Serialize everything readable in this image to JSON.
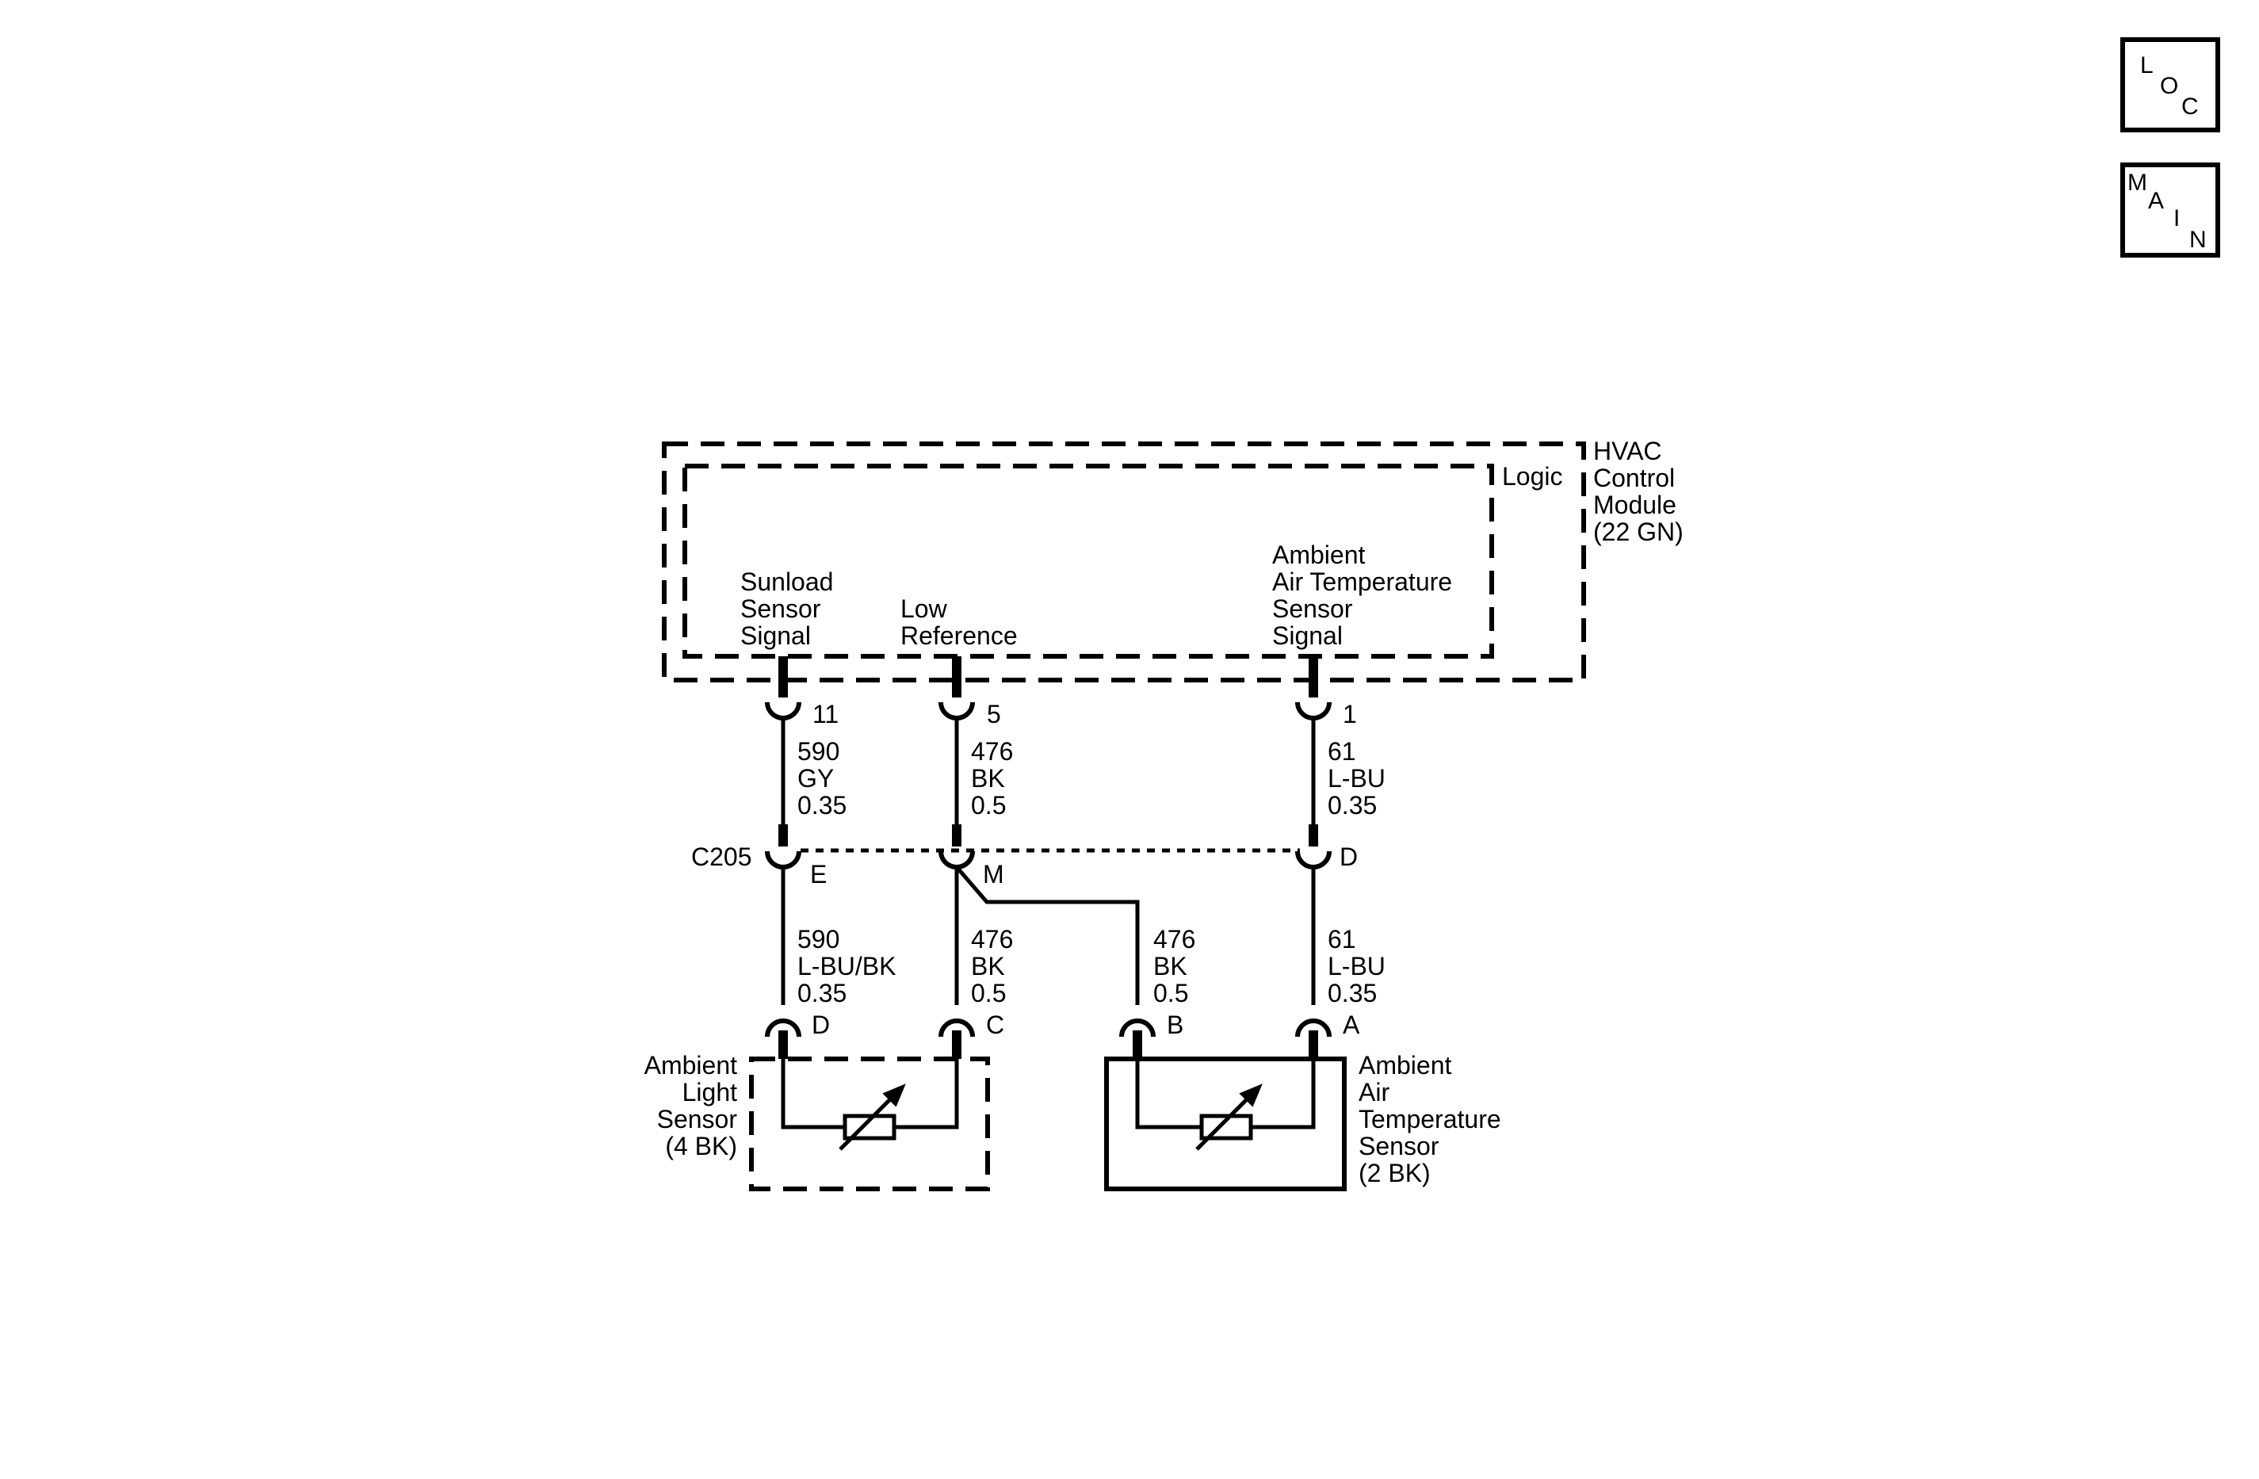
{
  "nav": {
    "loc": {
      "l1": "L",
      "l2": "O",
      "l3": "C"
    },
    "main": {
      "l1": "M",
      "l2": "A",
      "l3": "I",
      "l4": "N"
    }
  },
  "module": {
    "name": [
      "HVAC",
      "Control",
      "Module",
      "(22 GN)"
    ],
    "logic": "Logic",
    "sunload": [
      "Sunload",
      "Sensor",
      "Signal"
    ],
    "lowref": [
      "Low",
      "Reference"
    ],
    "ambient": [
      "Ambient",
      "Air Temperature",
      "Sensor",
      "Signal"
    ]
  },
  "pins": {
    "sunload": "11",
    "lowref": "5",
    "ambient": "1"
  },
  "wires_top": {
    "sunload": [
      "590",
      "GY",
      "0.35"
    ],
    "lowref": [
      "476",
      "BK",
      "0.5"
    ],
    "ambient": [
      "61",
      "L-BU",
      "0.35"
    ]
  },
  "connector": {
    "name": "C205",
    "pin_e": "E",
    "pin_m": "M",
    "pin_d": "D"
  },
  "wires_bottom": {
    "sunload": [
      "590",
      "L-BU/BK",
      "0.35"
    ],
    "lowref": [
      "476",
      "BK",
      "0.5"
    ],
    "branch": [
      "476",
      "BK",
      "0.5"
    ],
    "ambient": [
      "61",
      "L-BU",
      "0.35"
    ]
  },
  "sensor_pins": {
    "d": "D",
    "c": "C",
    "b": "B",
    "a": "A"
  },
  "light_sensor": [
    "Ambient",
    "Light",
    "Sensor",
    "(4 BK)"
  ],
  "temp_sensor": [
    "Ambient",
    "Air",
    "Temperature",
    "Sensor",
    "(2 BK)"
  ]
}
